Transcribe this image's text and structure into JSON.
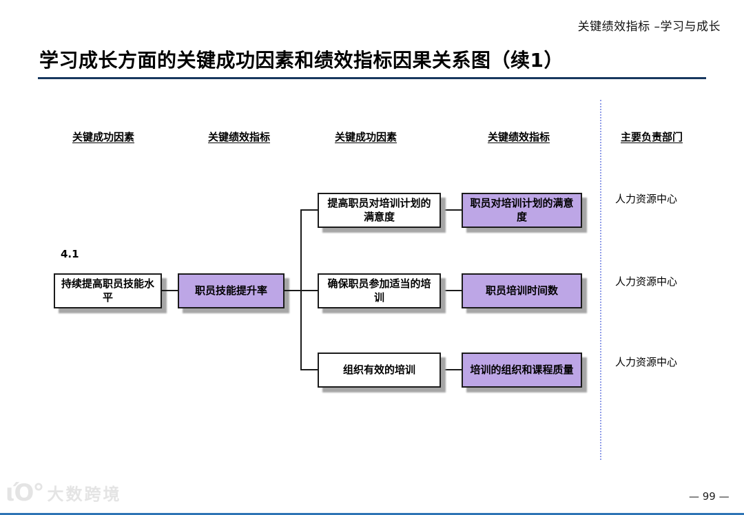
{
  "page": {
    "top_right_label": "关键绩效指标 –学习与成长",
    "title": "学习成长方面的关键成功因素和绩效指标因果关系图（续1）",
    "page_number": "— 99 —",
    "watermark_logo": "ιΌ°",
    "watermark_text": "大数跨境",
    "accent_rule_color": "#17375E",
    "bottom_bar_color": "#2E74B5",
    "purple_box_color": "#BDA6E6",
    "dashed_separator_color": "#8F9CE8"
  },
  "columns": [
    {
      "label": "关键成功因素"
    },
    {
      "label": "关键绩效指标"
    },
    {
      "label": "关键成功因素"
    },
    {
      "label": "关键绩效指标"
    },
    {
      "label": "主要负责部门"
    }
  ],
  "diagram": {
    "section_number": "4.1",
    "root": {
      "csf": "持续提高职员技能水平",
      "kpi": "职员技能提升率"
    },
    "rows": [
      {
        "csf": "提高职员对培训计划的满意度",
        "kpi": "职员对培训计划的满意度",
        "dept": "人力资源中心"
      },
      {
        "csf": "确保职员参加适当的培训",
        "kpi": "职员培训时间数",
        "dept": "人力资源中心"
      },
      {
        "csf": "组织有效的培训",
        "kpi": "培训的组织和课程质量",
        "dept": "人力资源中心"
      }
    ]
  }
}
